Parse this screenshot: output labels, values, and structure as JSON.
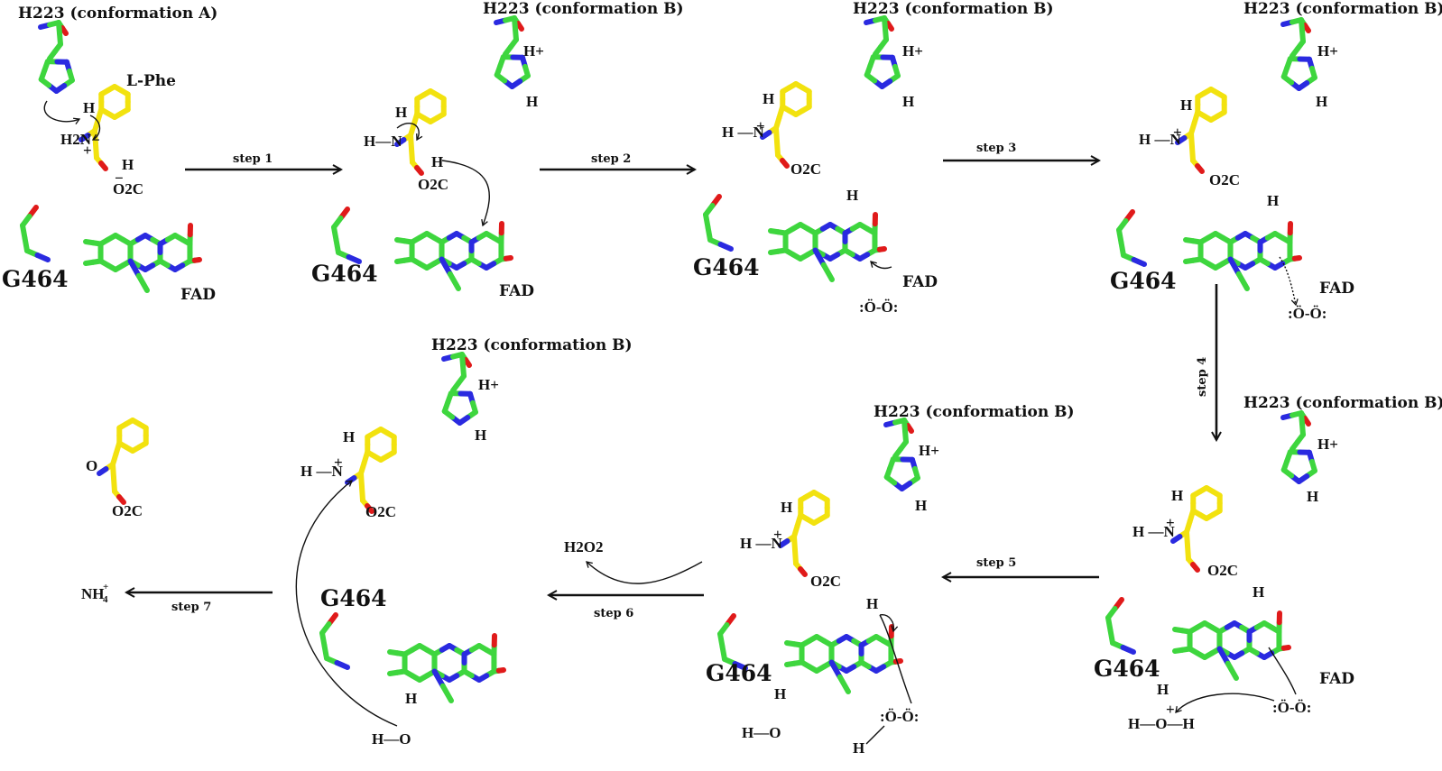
{
  "colors": {
    "carbon": "#3ed63e",
    "substrate": "#f2e20f",
    "nitrogen": "#2a2ae0",
    "oxygen": "#e01a1a",
    "text": "#111111",
    "background": "#ffffff"
  },
  "labels": {
    "h223_a": "H223 (conformation A)",
    "h223_b": "H223 (conformation B)",
    "lphe": "L-Phe",
    "fad": "FAD",
    "g464": "G464",
    "h2o2": "H2O2",
    "nh4": "NH",
    "nh4_sup": "+",
    "nh4_sub": "4",
    "o2c": "O2C",
    "h": "H",
    "hplus": "H+",
    "o": "O",
    "n": "N",
    "h2n": "H2N",
    "plus": "+",
    "minus": "−",
    "oo": ":Ö-Ö:"
  },
  "steps": [
    {
      "id": "step1",
      "label": "step 1"
    },
    {
      "id": "step2",
      "label": "step 2"
    },
    {
      "id": "step3",
      "label": "step 3"
    },
    {
      "id": "step4",
      "label": "step 4"
    },
    {
      "id": "step5",
      "label": "step 5"
    },
    {
      "id": "step6",
      "label": "step 6"
    },
    {
      "id": "step7",
      "label": "step 7"
    }
  ]
}
